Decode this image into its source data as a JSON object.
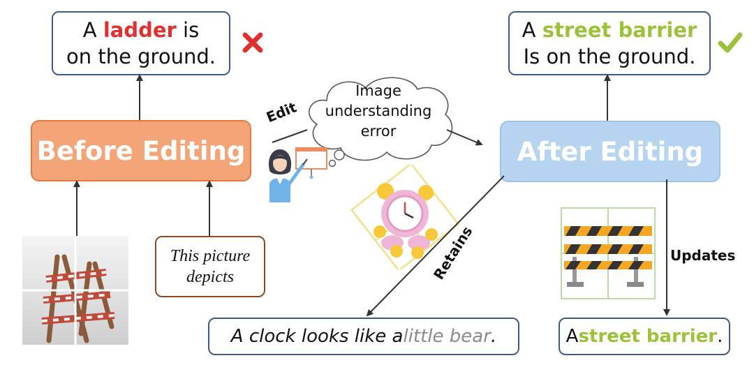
{
  "top_left_caption": {
    "l1_pre": "A ",
    "l1_red": "ladder",
    "l1_post": " is",
    "l2": "on the ground."
  },
  "top_right_caption": {
    "l1_pre": "A ",
    "l1_green": "street barrier",
    "l2": "Is on the ground."
  },
  "before_box": {
    "label": "Before Editing",
    "color": "#f3a577"
  },
  "after_box": {
    "label": "After Editing",
    "color": "#b7d4f0"
  },
  "prompt_box": {
    "l1": "This picture",
    "l2": "depicts"
  },
  "thought_bubble": {
    "l1": "Image",
    "l2": "understanding",
    "l3": "error"
  },
  "edit_label": "Edit",
  "retains_label": "Retains",
  "updates_label": "Updates",
  "bottom_center_caption": {
    "pre": "A clock looks like a ",
    "grey": "little bear",
    "post": "."
  },
  "bottom_right_caption": {
    "pre": "A ",
    "green": "street barrier",
    "post": "."
  },
  "colors": {
    "border": "#3d5a8a",
    "red": "#e03030",
    "green": "#9cc23a"
  },
  "icons": [
    "cross-mark-icon",
    "check-mark-icon",
    "teacher-icon",
    "clock-bear-icon",
    "street-barrier-icon",
    "ladder-photo"
  ]
}
